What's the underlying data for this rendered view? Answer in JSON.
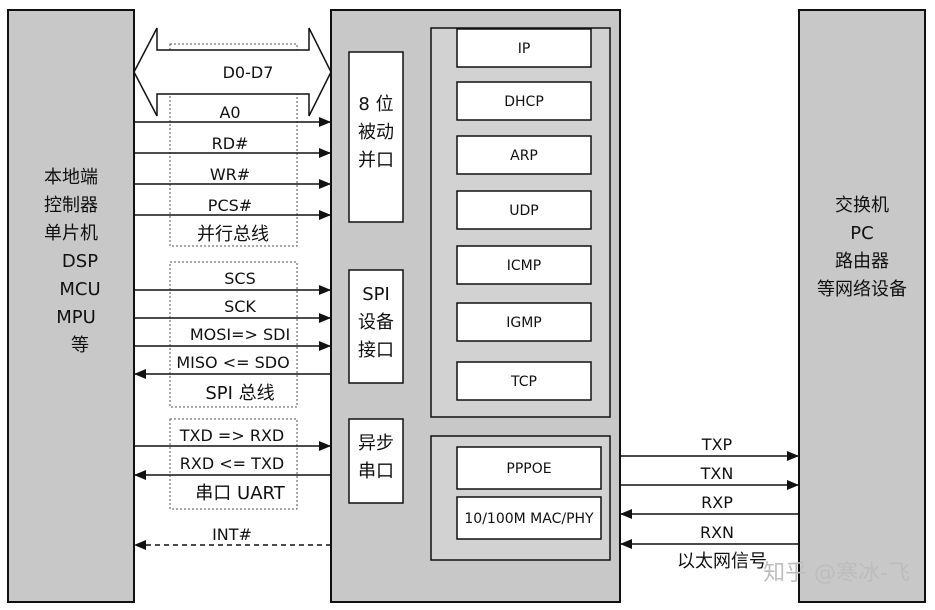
{
  "colors": {
    "panel": "#c8c8c8",
    "inner_panel": "#d2d2d2",
    "box": "#ffffff",
    "line": "#111111",
    "watermark": "#bdbdbd"
  },
  "local_controller": {
    "lines": [
      "本地端",
      "控制器",
      "单片机",
      "DSP",
      "MCU",
      "MPU",
      "等"
    ]
  },
  "remote_device": {
    "lines": [
      "交换机",
      "PC",
      "路由器",
      "等网络设备"
    ]
  },
  "interfaces": {
    "parallel": {
      "lines": [
        "8 位",
        "被动",
        "并口"
      ]
    },
    "spi": {
      "lines": [
        "SPI",
        "设备",
        "接口"
      ]
    },
    "uart": {
      "lines": [
        "异步",
        "串口"
      ]
    }
  },
  "protocol_stack": [
    "IP",
    "DHCP",
    "ARP",
    "UDP",
    "ICMP",
    "IGMP",
    "TCP"
  ],
  "phy_stack": [
    "PPPOE",
    "10/100M MAC/PHY"
  ],
  "buses": {
    "parallel": {
      "data_bus": "D0-D7",
      "signals": [
        "A0",
        "RD#",
        "WR#",
        "PCS#"
      ],
      "caption": "并行总线"
    },
    "spi": {
      "signals": [
        "SCS",
        "SCK",
        "MOSI=> SDI",
        "MISO <= SDO"
      ],
      "caption": "SPI 总线"
    },
    "uart": {
      "signals": [
        "TXD => RXD",
        "RXD <= TXD"
      ],
      "caption": "串口 UART"
    },
    "interrupt": "INT#"
  },
  "ethernet": {
    "signals": [
      "TXP",
      "TXN",
      "RXP",
      "RXN"
    ],
    "caption": "以太网信号"
  },
  "watermark": "知乎 @寒冰-飞"
}
